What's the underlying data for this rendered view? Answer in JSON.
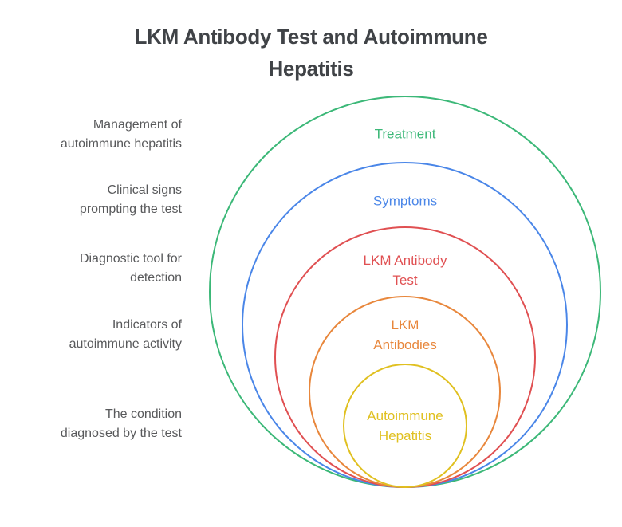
{
  "title": "LKM Antibody Test and Autoimmune Hepatitis",
  "colors": {
    "background": "#ffffff",
    "title_text": "#404347",
    "description_text": "#58595b"
  },
  "rings": [
    {
      "label": "Treatment",
      "description": "Management of\nautoimmune hepatitis",
      "color": "#3cb878"
    },
    {
      "label": "Symptoms",
      "description": "Clinical signs\nprompting the test",
      "color": "#4a86e8"
    },
    {
      "label": "LKM Antibody\nTest",
      "description": "Diagnostic tool for\ndetection",
      "color": "#e05052"
    },
    {
      "label": "LKM\nAntibodies",
      "description": "Indicators of\nautoimmune activity",
      "color": "#e8873c"
    },
    {
      "label": "Autoimmune\nHepatitis",
      "description": "The condition\ndiagnosed by the test",
      "color": "#e0c020"
    }
  ]
}
